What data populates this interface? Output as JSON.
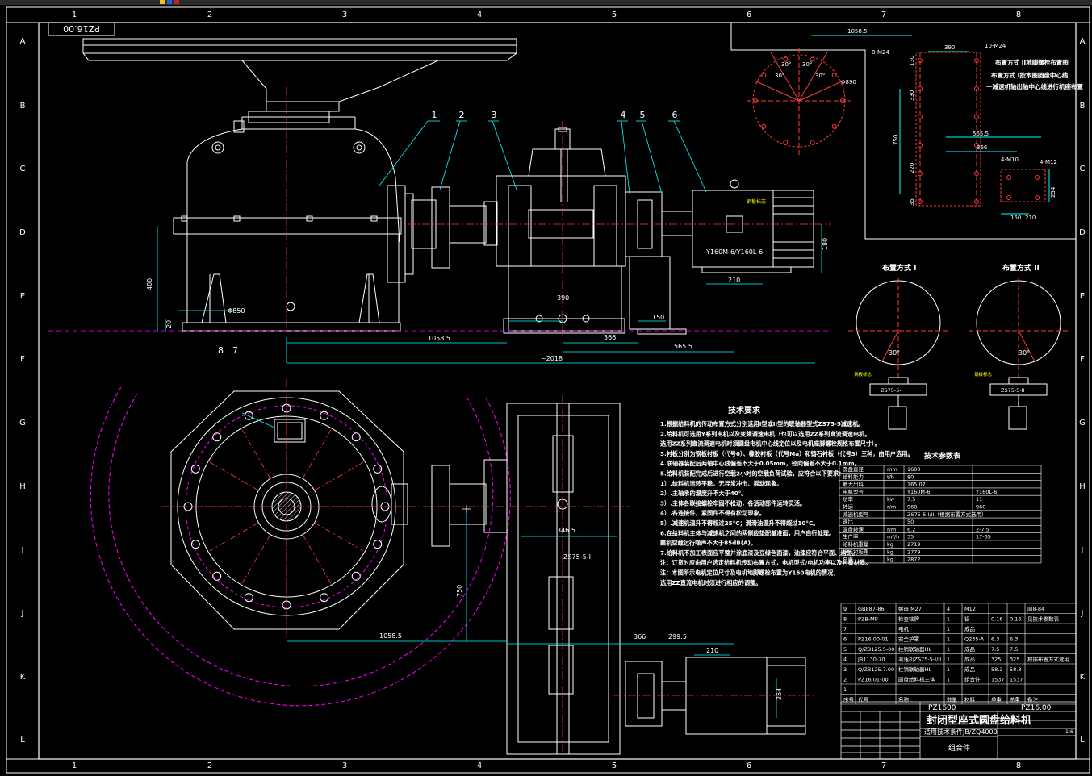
{
  "drawing": {
    "code_box": "PZ16.00",
    "title_line1": "PZ1600",
    "title_main": "封闭型座式圆盘给料机",
    "title_code": "PZ16.00",
    "standard": "适用技术条件JB/ZQ4000",
    "assembly_label": "组合件",
    "scale": "1:6",
    "col_labels": [
      "1",
      "2",
      "3",
      "4",
      "5",
      "6",
      "7",
      "8"
    ],
    "row_labels": [
      "A",
      "B",
      "C",
      "D",
      "E",
      "F",
      "G",
      "H",
      "I",
      "J",
      "K",
      "L"
    ]
  },
  "callouts": {
    "top_view": [
      "1",
      "2",
      "3",
      "4",
      "5",
      "6"
    ],
    "plan_view": [
      "8",
      "7"
    ]
  },
  "motor": {
    "model": "Y160M-6/Y160L-6",
    "label": "钢板标志"
  },
  "dimensions": {
    "front": [
      "400",
      "20",
      "Φ850",
      "390",
      "150",
      "366",
      "565.5",
      "1058.5",
      "~2018",
      "210",
      "180"
    ],
    "plan": [
      "346.5",
      "750",
      "1058.5",
      "366",
      "299.5",
      "210",
      "254",
      "ZS75-5-Ⅰ"
    ],
    "layout": [
      "1058.5",
      "390",
      "8-M24",
      "10-M24",
      "Φ890",
      "30°",
      "30°",
      "30°",
      "30°",
      "130",
      "330",
      "750",
      "220",
      "35",
      "565.5",
      "366",
      "4-M10",
      "4-M12",
      "150",
      "210",
      "254"
    ]
  },
  "layout_notes": [
    "布置方式 II地脚螺栓布置图",
    "布置方式 I按本图圆盘中心线",
    "一减速机轴出轴中心线进行机座布置"
  ],
  "arrangements": [
    {
      "title": "布置方式 I",
      "angle": "30°",
      "label": "ZS75-5-I",
      "tag": "钢板标志"
    },
    {
      "title": "布置方式 II",
      "angle": "30°",
      "label": "ZS75-5-II",
      "tag": "钢板标志"
    }
  ],
  "tech_requirements": {
    "title": "技术要求",
    "lines": [
      "1.根据给料机的传动布置方式分别选用I型或II型的联轴器型式ZS75-5减速机。",
      "2.给料机可选用Y系列电机以及变频调速电机（也可以选用ZZ系列直流调速电机。",
      "选用ZZ系列直流调速电机时须圆盘电机中心线定位以及电机座脚螺栓规格布置尺寸）。",
      "3.衬板分别为钢板衬板（代号0）、橡胶衬板（代号Ma）和铸石衬板（代号3）三种，由用户选用。",
      "4.联轴器装配后两轴中心线偏差不大于0.05mm，径向偏差不大于0.1mm。",
      "5.给料机装配完成后进行空载2小时的空载负荷试验，应符合以下要求：",
      "1）.给料机运转平稳，无异常冲击、摇动现象。",
      "2）.主轴承的温度升不大于40°。",
      "3）.主体各联接螺栓牢固不松动，各活动部件运转灵活。",
      "4）.各连接件，紧固件不得有松动现象。",
      "5）.减速机温升不得超过25°C；滑滑油温升不得超过10°C。",
      "6.在给料机主体与减速机之间的两侧应垫配基准面，用户自行处理。",
      "整机空载运行噪声不大于85dB(A)。",
      "7.给料机不加工表面应平整并涂底漆及豆绿色面漆，油漆应符合平面、均匀。",
      "注：订货时应由用户选定给料机传动布置方式，电机型式/电机功率以及衬板材质。",
      "注：本图所示电机定位尺寸及电机地脚螺栓布置为Y160电机的情况，",
      "选用ZZ直流电机时须进行相应的调整。"
    ]
  },
  "tech_params": {
    "title": "技术参数表",
    "rows": [
      [
        "圆盘直径",
        "mm",
        "1600",
        ""
      ],
      [
        "给料能力",
        "t/h",
        "80",
        ""
      ],
      [
        "最大出料",
        "",
        "165.07",
        ""
      ],
      [
        "电机型号",
        "",
        "Y160M-6",
        "Y160L-6"
      ],
      [
        "功率",
        "kw",
        "7.5",
        "11"
      ],
      [
        "转速",
        "r/m",
        "960",
        "960"
      ],
      [
        "减速机型号",
        "",
        "ZS75-5-I/II（根据布置方式选用）",
        ""
      ],
      [
        "速比",
        "",
        "50",
        ""
      ],
      [
        "圆盘转速",
        "r/m",
        "6.2",
        "2-7.5"
      ],
      [
        "生产率",
        "m³/h",
        "35",
        "17-65"
      ],
      [
        "给料机重量",
        "kg",
        "2719",
        ""
      ],
      [
        "钢板衬板重",
        "kg",
        "2779",
        ""
      ],
      [
        "总重",
        "kg",
        "2872",
        ""
      ]
    ]
  },
  "bom": {
    "header": [
      "序号",
      "代号",
      "名称",
      "数量",
      "材料",
      "单重",
      "总重",
      "备注"
    ],
    "rows": [
      [
        "9",
        "GB887-86",
        "螺母 M27",
        "4",
        "M12",
        "",
        "",
        "JB8-84"
      ],
      [
        "8",
        "PZB-MP",
        "检查铭牌",
        "1",
        "铝",
        "0.16",
        "0.16",
        "见技术参数表"
      ],
      [
        "7",
        "",
        "电机",
        "1",
        "成品",
        "",
        "",
        ""
      ],
      [
        "6",
        "PZ16.00-01",
        "安全护罩",
        "1",
        "Q235-A",
        "6.3",
        "6.3",
        ""
      ],
      [
        "5",
        "Q/ZB125.5-00",
        "柱销联轴器HL",
        "1",
        "成品",
        "7.5",
        "7.5",
        ""
      ],
      [
        "4",
        "JB1130-70",
        "减速机ZS75-5-I/II",
        "1",
        "成品",
        "325",
        "325",
        "根据布置方式选用"
      ],
      [
        "3",
        "Q/ZB125.7.00",
        "柱销联轴器HL",
        "1",
        "成品",
        "58.3",
        "58.3",
        ""
      ],
      [
        "2",
        "PZ16.01-00",
        "圆盘给料机主体",
        "1",
        "组合件",
        "1537",
        "1537",
        ""
      ],
      [
        "1",
        "",
        "",
        "",
        "",
        "",
        "",
        ""
      ]
    ]
  },
  "colors": {
    "line_white": "#ffffff",
    "line_cyan": "#00ffff",
    "line_red": "#ff3b3b",
    "line_magenta": "#ff00ff",
    "line_yellow": "#ffff00",
    "line_green": "#00ff00",
    "background": "#000000"
  }
}
